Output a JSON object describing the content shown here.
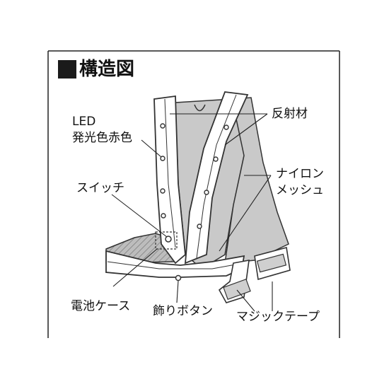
{
  "heading": "構造図",
  "labels": {
    "led_line1": "LED",
    "led_line2": "発光色赤色",
    "switch": "スイッチ",
    "battery_case": "電池ケース",
    "decor_button": "飾りボタン",
    "reflector": "反射材",
    "nylon_line1": "ナイロン",
    "nylon_line2": "メッシュ",
    "velcro": "マジックテープ"
  },
  "colors": {
    "mesh": "#c9c9c9",
    "band": "#ffffff",
    "outline": "#333333",
    "heading_square": "#1a1a1a"
  }
}
